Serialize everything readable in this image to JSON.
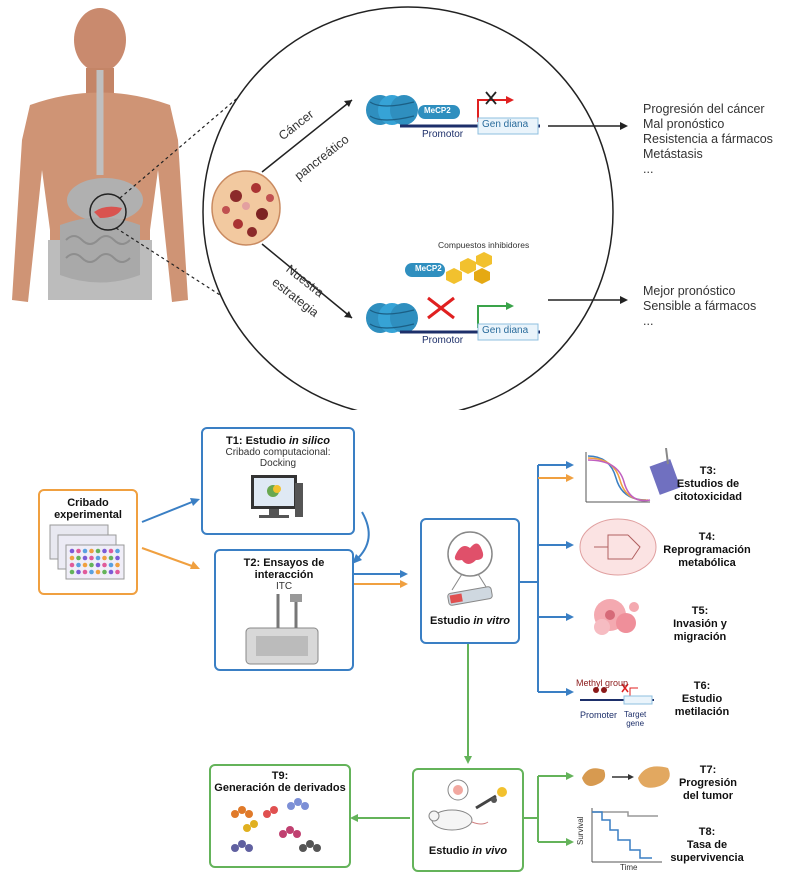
{
  "top": {
    "branch_cancer": [
      "Cáncer",
      "pancreático"
    ],
    "branch_strategy": [
      "Nuestra",
      "estrategia"
    ],
    "mecp2": "MeCP2",
    "promotor": "Promotor",
    "gen_diana": "Gen diana",
    "compuestos": "Compuestos inhibidores",
    "outcomes_cancer": [
      "Progresión del cáncer",
      "Mal pronóstico",
      "Resistencia a fármacos",
      "Metástasis",
      "..."
    ],
    "outcomes_strategy": [
      "Mejor pronóstico",
      "Sensible a fármacos",
      "..."
    ]
  },
  "bottom": {
    "cribado": [
      "Cribado",
      "experimental"
    ],
    "t1": {
      "title_a": "T1: Estudio ",
      "title_em": "in silico",
      "sub1": "Cribado computacional:",
      "sub2": "Docking"
    },
    "t2": {
      "title1": "T2: Ensayos de",
      "title2": "interacción",
      "sub": "ITC"
    },
    "invitro": {
      "pre": "Estudio ",
      "em": "in vitro"
    },
    "invivo": {
      "pre": "Estudio ",
      "em": "in vivo"
    },
    "t3": [
      "T3:",
      "Estudios de",
      "citotoxicidad"
    ],
    "t4": [
      "T4:",
      "Reprogramación",
      "metabólica"
    ],
    "t5": [
      "T5:",
      "Invasión y",
      "migración"
    ],
    "t6": [
      "T6:",
      "Estudio",
      "metilación"
    ],
    "t7": [
      "T7:",
      "Progresión",
      "del tumor"
    ],
    "t8": [
      "T8:",
      "Tasa de",
      "supervivencia"
    ],
    "t9": [
      "T9:",
      "Generación de derivados"
    ],
    "methyl_group": "Methyl group",
    "promoter": "Promoter",
    "target_gene": [
      "Target",
      "gene"
    ],
    "survival_axis": "Survival",
    "time_axis": "Time"
  },
  "colors": {
    "blue": "#3a7fc4",
    "orange": "#f0a040",
    "green": "#64b35a",
    "dna": "#2f8fbf",
    "red": "#e02020"
  }
}
